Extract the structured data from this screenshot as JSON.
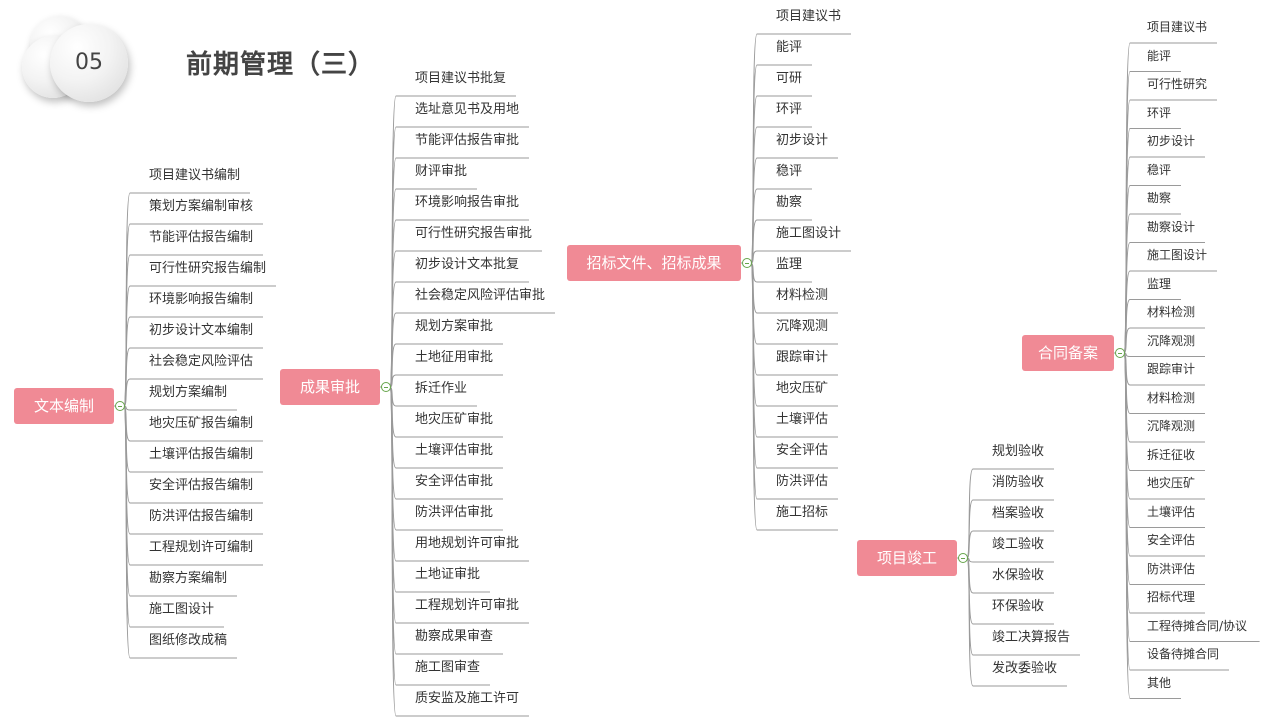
{
  "header": {
    "badge_number": "05",
    "title": "前期管理（三）"
  },
  "branches": [
    {
      "id": "wenben",
      "label": "文本编制",
      "children": [
        "项目建议书编制",
        "策划方案编制审核",
        "节能评估报告编制",
        "可行性研究报告编制",
        "环境影响报告编制",
        "初步设计文本编制",
        "社会稳定风险评估",
        "规划方案编制",
        "地灾压矿报告编制",
        "土壤评估报告编制",
        "安全评估报告编制",
        "防洪评估报告编制",
        "工程规划许可编制",
        "勘察方案编制",
        "施工图设计",
        "图纸修改成稿"
      ]
    },
    {
      "id": "chengguo",
      "label": "成果审批",
      "children": [
        "项目建议书批复",
        "选址意见书及用地",
        "节能评估报告审批",
        "财评审批",
        "环境影响报告审批",
        "可行性研究报告审批",
        "初步设计文本批复",
        "社会稳定风险评估审批",
        "规划方案审批",
        "土地征用审批",
        "拆迁作业",
        "地灾压矿审批",
        "土壤评估审批",
        "安全评估审批",
        "防洪评估审批",
        "用地规划许可审批",
        "土地证审批",
        "工程规划许可审批",
        "勘察成果审查",
        "施工图审查",
        "质安监及施工许可"
      ]
    },
    {
      "id": "zhaobiao",
      "label": "招标文件、招标成果",
      "children": [
        "项目建议书",
        "能评",
        "可研",
        "环评",
        "初步设计",
        "稳评",
        "勘察",
        "施工图设计",
        "监理",
        "材料检测",
        "沉降观测",
        "跟踪审计",
        "地灾压矿",
        "土壤评估",
        "安全评估",
        "防洪评估",
        "施工招标"
      ]
    },
    {
      "id": "jungong",
      "label": "项目竣工",
      "children": [
        "规划验收",
        "消防验收",
        "档案验收",
        "竣工验收",
        "水保验收",
        "环保验收",
        "竣工决算报告",
        "发改委验收"
      ]
    },
    {
      "id": "hetong",
      "label": "合同备案",
      "children": [
        "项目建议书",
        "能评",
        "可行性研究",
        "环评",
        "初步设计",
        "稳评",
        "勘察",
        "勘察设计",
        "施工图设计",
        "监理",
        "材料检测",
        "沉降观测",
        "跟踪审计",
        "材料检测",
        "沉降观测",
        "拆迁征收",
        "地灾压矿",
        "土壤评估",
        "安全评估",
        "防洪评估",
        "招标代理",
        "工程待摊合同/协议",
        "设备待摊合同",
        "其他"
      ]
    }
  ],
  "colors": {
    "hub_fill": "#f08a95",
    "toggle_ring": "#66a54b",
    "line": "#9a9a9a"
  }
}
